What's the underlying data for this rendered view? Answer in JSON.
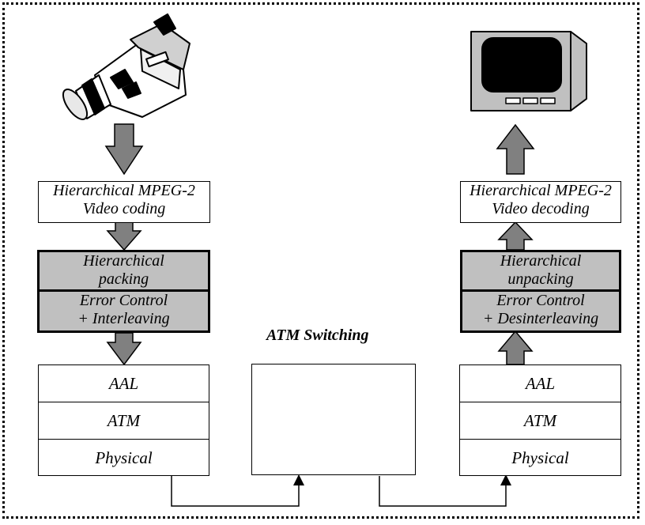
{
  "sender": {
    "video_coding": [
      "Hierarchical MPEG-2",
      "Video coding"
    ],
    "packing": [
      "Hierarchical",
      "packing"
    ],
    "error_control": [
      "Error Control",
      "+ Interleaving"
    ],
    "stack": [
      "AAL",
      "ATM",
      "Physical"
    ]
  },
  "switch": {
    "title": "ATM Switching"
  },
  "receiver": {
    "video_decoding": [
      "Hierarchical MPEG-2",
      "Video decoding"
    ],
    "unpacking": [
      "Hierarchical",
      "unpacking"
    ],
    "error_control": [
      "Error Control",
      "+ Desinterleaving"
    ],
    "stack": [
      "AAL",
      "ATM",
      "Physical"
    ]
  },
  "colors": {
    "arrow_fill": "#808080",
    "gray_box": "#c0c0c0",
    "camera_body": "#ffffff"
  },
  "icons": {
    "source": "video-camera-icon",
    "sink": "television-icon"
  }
}
